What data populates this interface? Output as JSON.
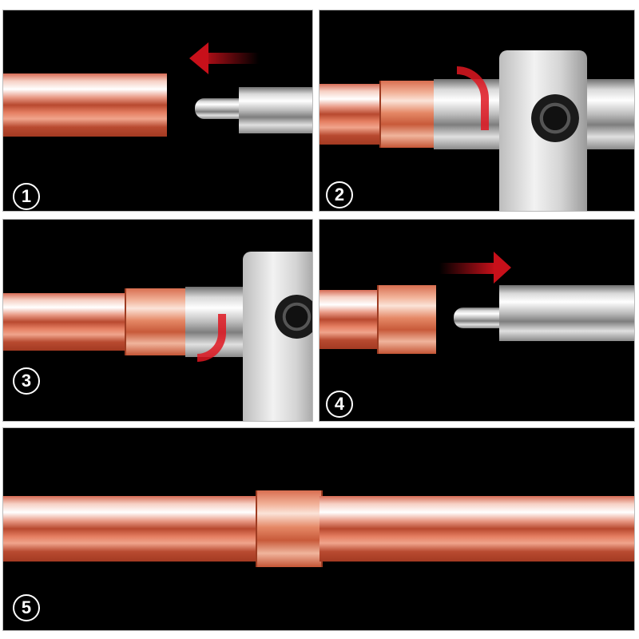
{
  "steps": [
    {
      "number": "1",
      "description": "copper pipe approaching expander tip, arrow pointing left"
    },
    {
      "number": "2",
      "description": "pipe inserted onto expander, curved arrow indicating squeeze"
    },
    {
      "number": "3",
      "description": "expander releasing, curved arrow downward"
    },
    {
      "number": "4",
      "description": "expanded pipe removed, arrow pointing right"
    },
    {
      "number": "5",
      "description": "two copper pipes joined with expanded sleeve"
    }
  ],
  "colors": {
    "arrow": "#c8101a",
    "copper": "#d66b55",
    "background": "#000000",
    "frame": "#ffffff"
  }
}
